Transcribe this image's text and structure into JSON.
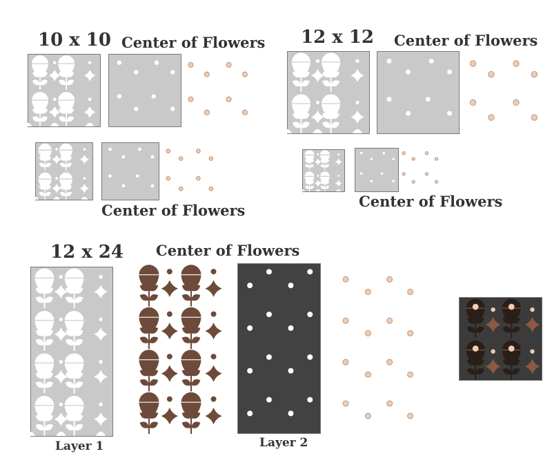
{
  "labels": {
    "size_10": "10 x 10",
    "size_12": "12 x 12",
    "size_24": "12 x 24",
    "center_of_flowers": "Center of Flowers",
    "layer_1": "Layer 1",
    "layer_2": "Layer 2"
  },
  "colors": {
    "panel_gray": "#c9c9c9",
    "panel_border": "#777777",
    "cutout": "#ffffff",
    "flower_brown": "#6e4a3a",
    "dark_panel": "#424242",
    "dot_peach": "#f0cdb2",
    "dot_stroke": "#a8856e",
    "preview_bg": "#3b3b3b",
    "preview_flower": "#2a1e18",
    "preview_accent": "#8a5a44"
  }
}
